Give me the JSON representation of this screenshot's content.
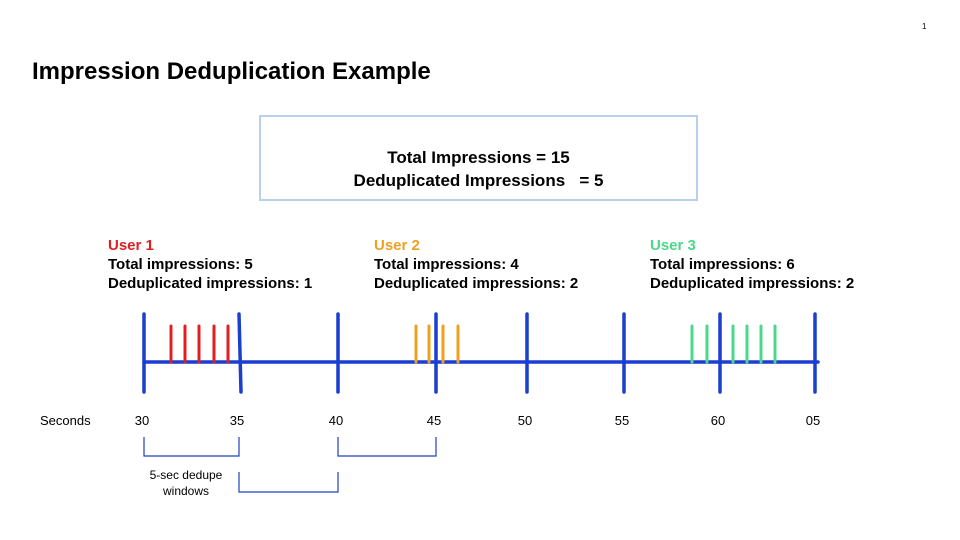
{
  "page_number": "1",
  "title": "Impression Deduplication Example",
  "summary": {
    "total_line": "Total Impressions = 15",
    "dedup_line": "Deduplicated Impressions   = 5"
  },
  "users": [
    {
      "name": "User 1",
      "color": "#e02020",
      "total": "Total impressions: 5",
      "dedup": "Deduplicated impressions: 1"
    },
    {
      "name": "User 2",
      "color": "#f0a020",
      "total": "Total impressions: 4",
      "dedup": "Deduplicated impressions: 2"
    },
    {
      "name": "User 3",
      "color": "#4cd888",
      "total": "Total impressions: 6",
      "dedup": "Deduplicated impressions: 2"
    }
  ],
  "timeline": {
    "axis_name": "Seconds",
    "axis_color": "#1a3fd0",
    "bracket_color": "#2040c0",
    "tick_labels": [
      "30",
      "35",
      "40",
      "45",
      "50",
      "55",
      "60",
      "05"
    ]
  },
  "window_caption": {
    "line1": "5-sec dedupe",
    "line2": "windows"
  }
}
